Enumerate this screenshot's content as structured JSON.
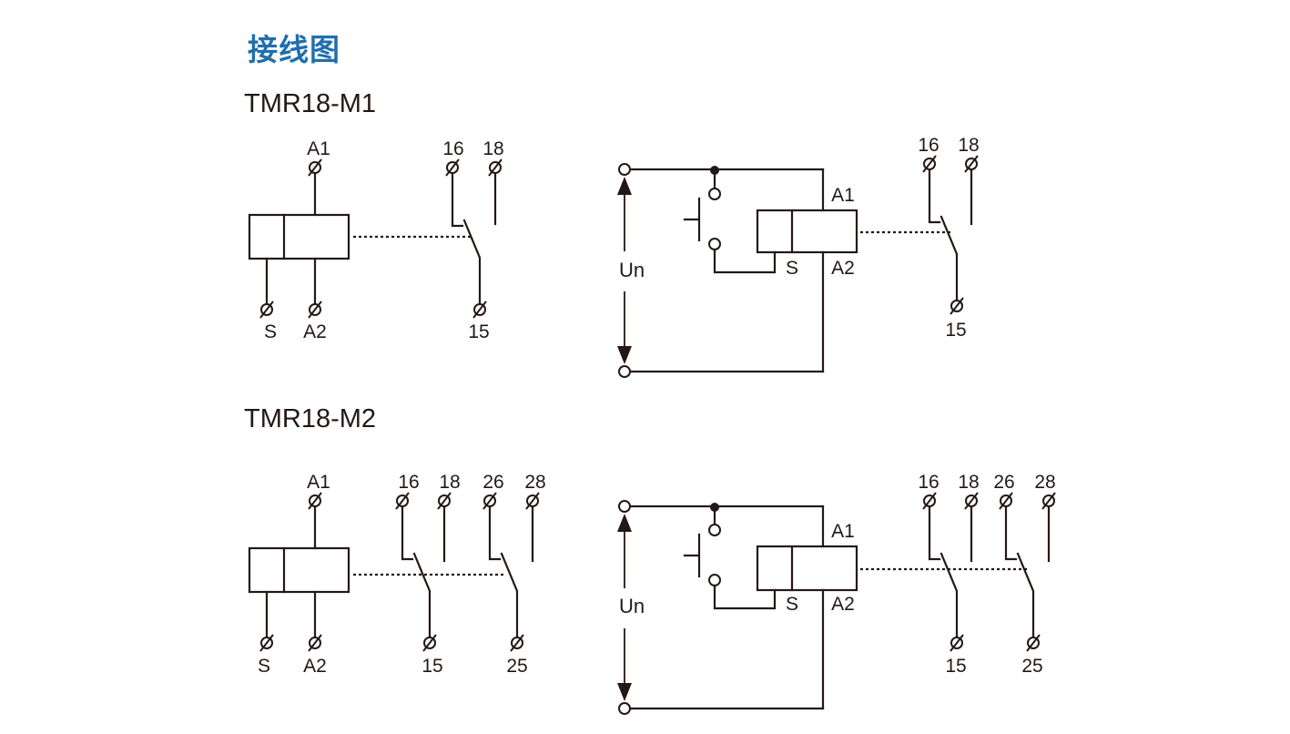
{
  "title": "接线图",
  "models": [
    "TMR18-M1",
    "TMR18-M2"
  ],
  "terminals": {
    "A1": "A1",
    "A2": "A2",
    "S": "S",
    "t15": "15",
    "t16": "16",
    "t18": "18",
    "t25": "25",
    "t26": "26",
    "t28": "28"
  },
  "supply_label": "Un"
}
